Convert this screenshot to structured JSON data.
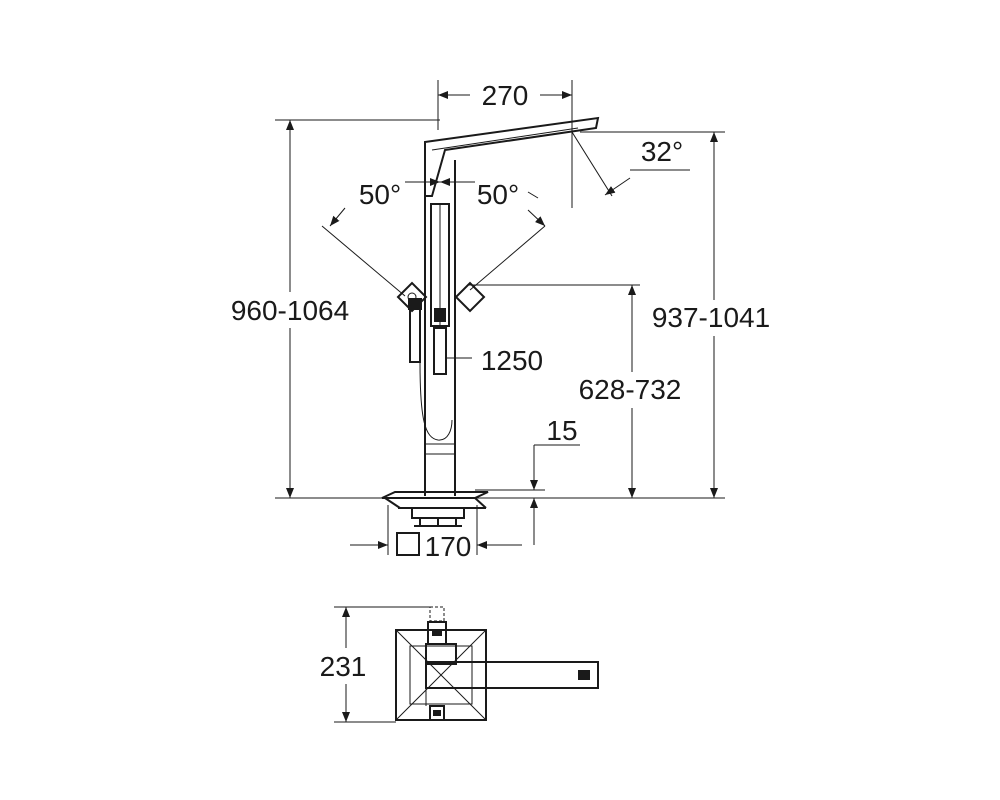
{
  "drawing": {
    "dimensions": {
      "spout_reach": "270",
      "spout_angle": "32°",
      "swivel_left": "50°",
      "swivel_right": "50°",
      "total_height_left": "960-1064",
      "total_height_right": "937-1041",
      "hose_length": "1250",
      "handle_height": "628-732",
      "floor_offset": "15",
      "base_size": "170",
      "plan_depth": "231"
    },
    "colors": {
      "line": "#1a1a1a",
      "background": "#ffffff"
    }
  }
}
